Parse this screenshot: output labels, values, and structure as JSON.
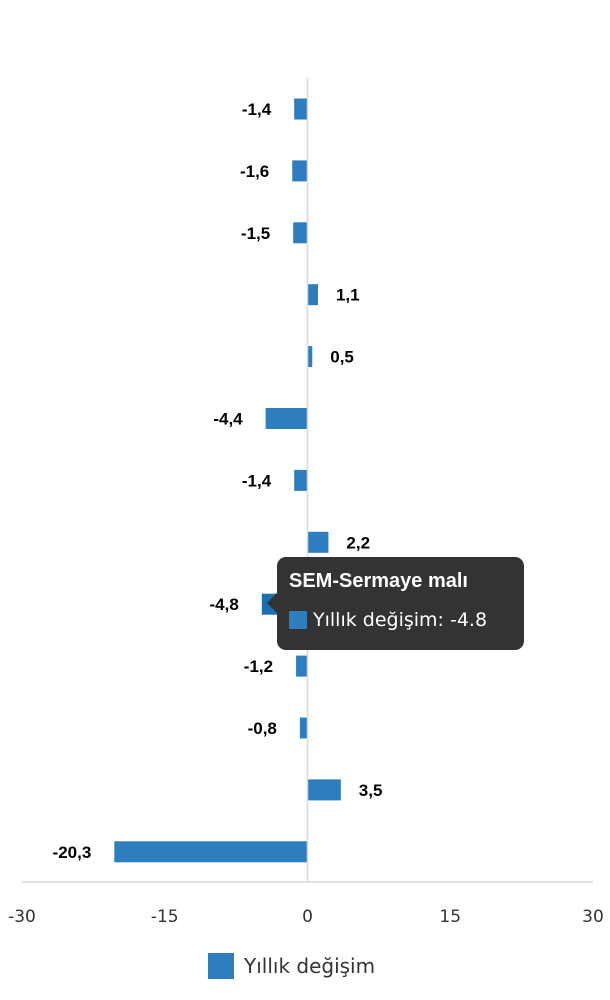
{
  "chart_data": {
    "type": "bar",
    "orientation": "horizontal",
    "categories": [
      "",
      "",
      "",
      "",
      "",
      "",
      "",
      "",
      "",
      "",
      "",
      "",
      ""
    ],
    "series": [
      {
        "name": "Yıllık değişim",
        "values": [
          -1.4,
          -1.6,
          -1.5,
          1.1,
          0.5,
          -4.4,
          -1.4,
          2.2,
          -4.8,
          -1.2,
          -0.8,
          3.5,
          -20.3
        ],
        "data_labels": [
          "-1,4",
          "-1,6",
          "-1,5",
          "1,1",
          "0,5",
          "-4,4",
          "-1,4",
          "2,2",
          "-4,8",
          "-1,2",
          "-0,8",
          "3,5",
          "-20,3"
        ],
        "color": "#2e7dbf"
      }
    ],
    "xlim": [
      -30,
      30
    ],
    "xticks": [
      "-30",
      "-15",
      "0",
      "15",
      "30"
    ],
    "xtick_values": [
      -30,
      -15,
      0,
      15,
      30
    ],
    "grid": false,
    "legend_position": "bottom-center",
    "highlight_index": 8,
    "highlight_color": "#1a6fb0"
  },
  "tooltip": {
    "title": "SEM-Sermaye malı",
    "text": "Yıllık değişim: -4.8",
    "background": "#333333"
  },
  "legend": {
    "label": "Yıllık değişim"
  },
  "colors": {
    "axis": "#d9d9d9",
    "bar": "#2e7dbf"
  }
}
